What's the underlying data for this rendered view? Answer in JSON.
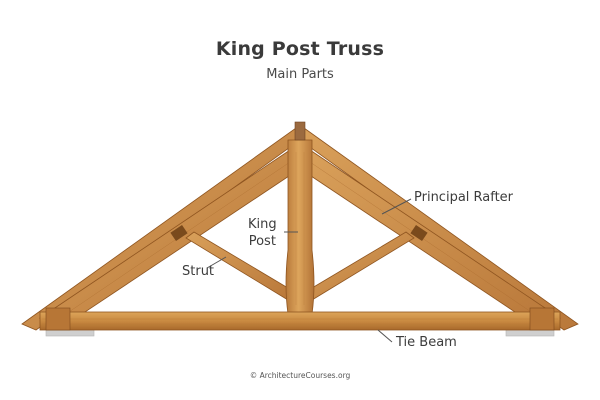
{
  "title": "King Post Truss",
  "subtitle": "Main Parts",
  "labels": {
    "king_post_line1": "King",
    "king_post_line2": "Post",
    "principal_rafter": "Principal Rafter",
    "strut": "Strut",
    "tie_beam": "Tie Beam"
  },
  "credit": "© ArchitectureCourses.org",
  "colors": {
    "wood_light": "#d79a4e",
    "wood_mid": "#c0803a",
    "wood_dark": "#9a5f24",
    "concrete": "#c9c9c9",
    "leader": "#555555",
    "text": "#3c3c3c"
  }
}
